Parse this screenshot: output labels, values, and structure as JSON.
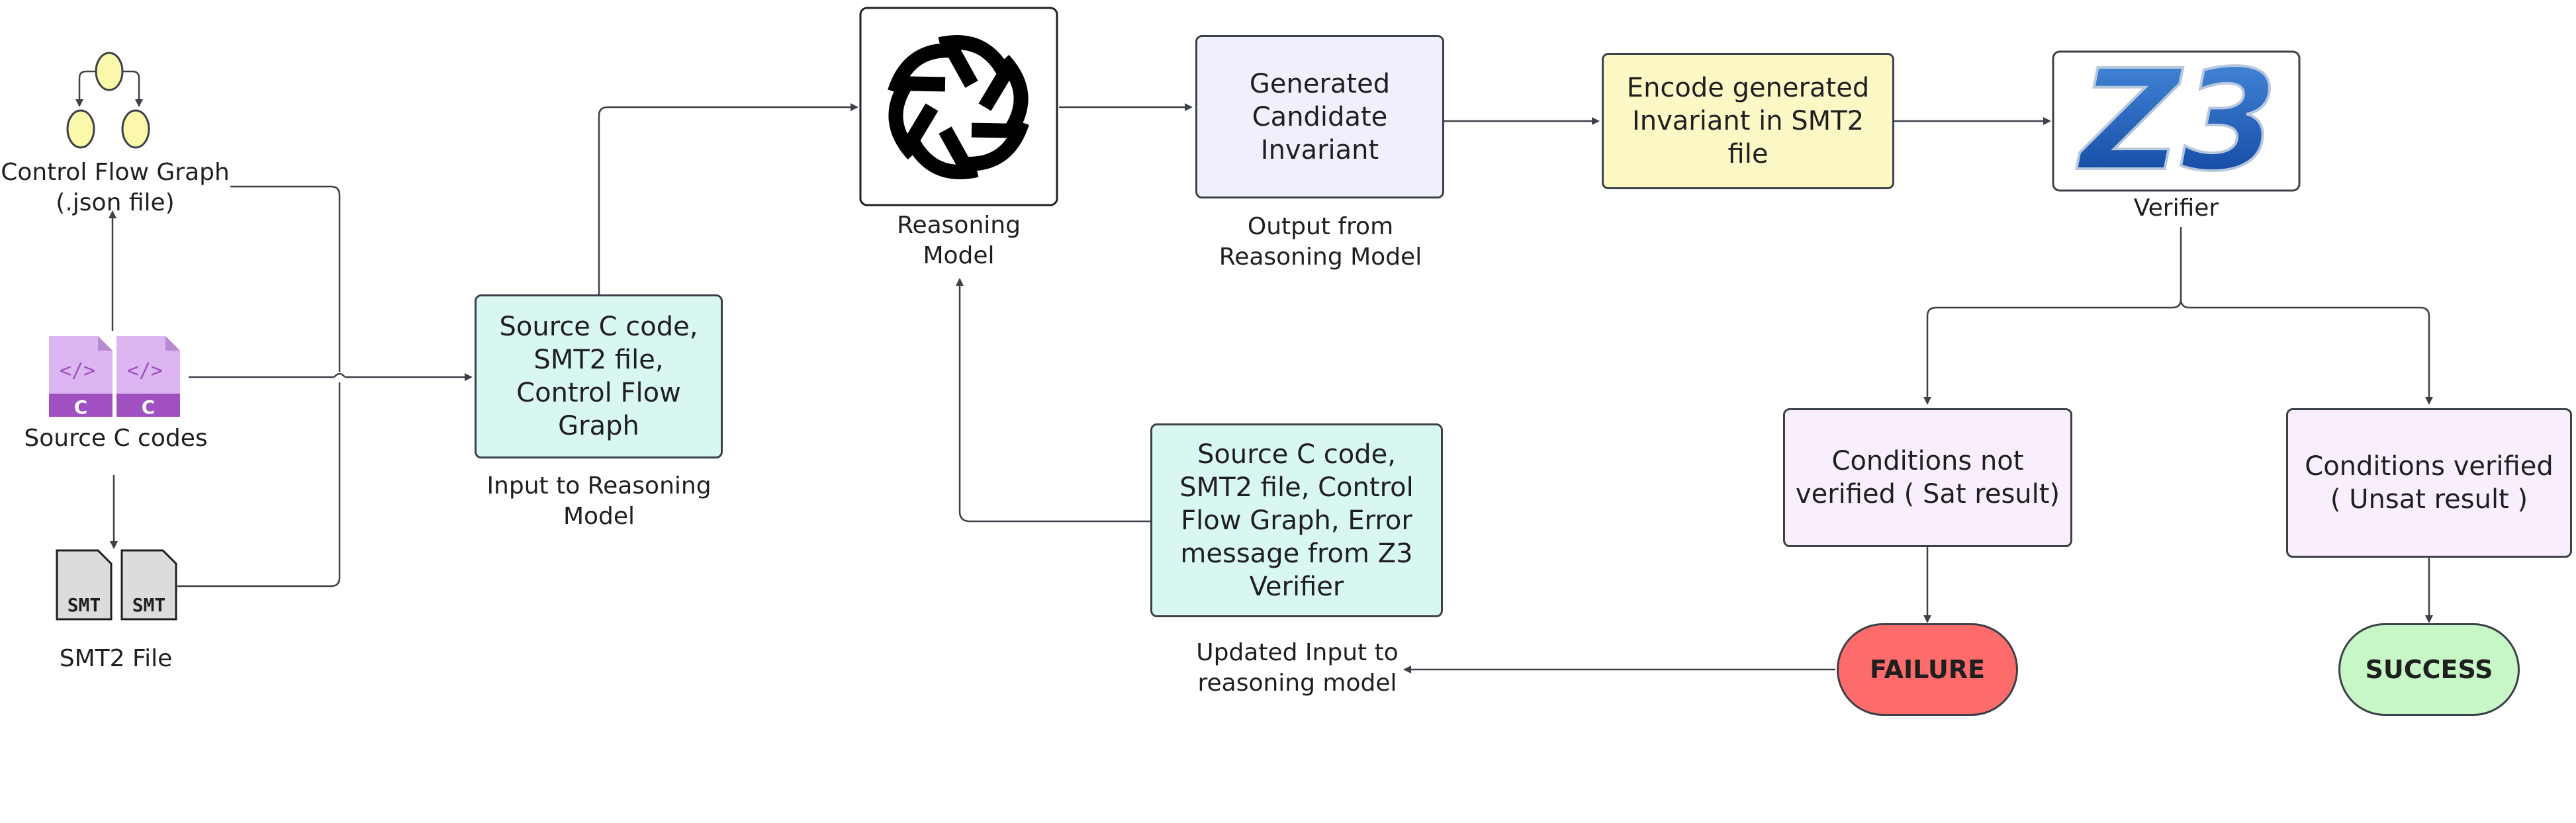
{
  "cfg": {
    "label": "Control Flow Graph\n(.json file)"
  },
  "source_codes": {
    "label": "Source C codes",
    "file_tag": "C",
    "code_glyph": "</>"
  },
  "smt2": {
    "label": "SMT2 File",
    "file_tag": "SMT"
  },
  "input_box": {
    "text": "Source C code,\nSMT2 file,\nControl Flow\nGraph",
    "caption": "Input to Reasoning\nModel"
  },
  "model": {
    "caption": "Reasoning\nModel"
  },
  "candidate": {
    "text": "Generated\nCandidate\nInvariant",
    "caption": "Output from\nReasoning Model"
  },
  "encode": {
    "text": "Encode generated\nInvariant in SMT2\nfile"
  },
  "verifier": {
    "logo": "Z3",
    "caption": "Verifier"
  },
  "not_verified": {
    "text": "Conditions not\nverified ( Sat result)"
  },
  "verified": {
    "text": "Conditions verified\n( Unsat result )"
  },
  "failure": {
    "label": "FAILURE"
  },
  "success": {
    "label": "SUCCESS"
  },
  "updated_input": {
    "text": "Source C code,\nSMT2 file, Control\nFlow Graph, Error\nmessage from Z3\nVerifier",
    "caption": "Updated Input to\nreasoning model"
  },
  "colors": {
    "teal_box": "#d9f7f2",
    "lavender_box": "#f0f0fd",
    "yellow_box": "#fbf8c6",
    "pink_box": "#f8eefc",
    "failure": "#fd6b6b",
    "success": "#c7f6c7",
    "c_file": "#dcb6f0",
    "c_file_band": "#a050c0",
    "smt_file": "#dcdcdc",
    "cfg_node": "#fbf7ab",
    "line": "#3c4048"
  }
}
